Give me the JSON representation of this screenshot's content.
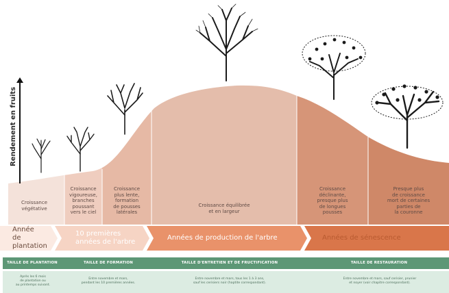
{
  "y_axis_label": "Rendement en fruits",
  "stages": [
    {
      "lines": [
        "Croissance",
        "végétative"
      ]
    },
    {
      "lines": [
        "Croissance",
        "vigoureuse,",
        "branches",
        "poussant",
        "vers le ciel"
      ]
    },
    {
      "lines": [
        "Croissance",
        "plus lente,",
        "formation",
        "de pousses",
        "latérales"
      ]
    },
    {
      "lines": [
        "Croissance équilibrée",
        "et en largeur"
      ]
    },
    {
      "lines": [
        "Croissance",
        "déclinante,",
        "presque plus",
        "de longues",
        "pousses"
      ]
    },
    {
      "lines": [
        "Presque plus",
        "de croissance",
        "mort de certaines",
        "parties de",
        "la couronne"
      ]
    }
  ],
  "phases": [
    {
      "lines": [
        "Année",
        "de plantation"
      ]
    },
    {
      "lines": [
        "10 premières",
        "années de l'arbre"
      ]
    },
    {
      "lines": [
        "Années de production de l'arbre"
      ]
    },
    {
      "lines": [
        "Années de sénescence"
      ]
    }
  ],
  "pruning_headers": [
    "TAILLE DE PLANTATION",
    "TAILLE DE FORMATION",
    "TAILLE D'ENTRETIEN ET DE FRUCTIFICATION",
    "TAILLE DE RESTAURATION"
  ],
  "pruning_details": [
    {
      "lines": [
        "Après les 6 mois",
        "de plantation ou",
        "au printemps suivant."
      ]
    },
    {
      "lines": [
        "Entre novembre et mars,",
        "pendant les 10 premières années."
      ]
    },
    {
      "lines": [
        "Entre novembre et mars, tous les 1 à 3 ans,",
        "sauf les cerisiers noir (haptite correspondant)."
      ]
    },
    {
      "lines": [
        "Entre novembre et mars, sauf cerisier, prunier",
        "et noyer (voir chapitre correspondant)."
      ]
    }
  ],
  "colors": {
    "curve_light": "#f4dfd6",
    "curve_mid": "#e3b4a0",
    "curve_dark": "#cf876a",
    "arrow_dark": "#d9764a",
    "green_header": "#5d9776",
    "green_body": "#dcece2"
  }
}
